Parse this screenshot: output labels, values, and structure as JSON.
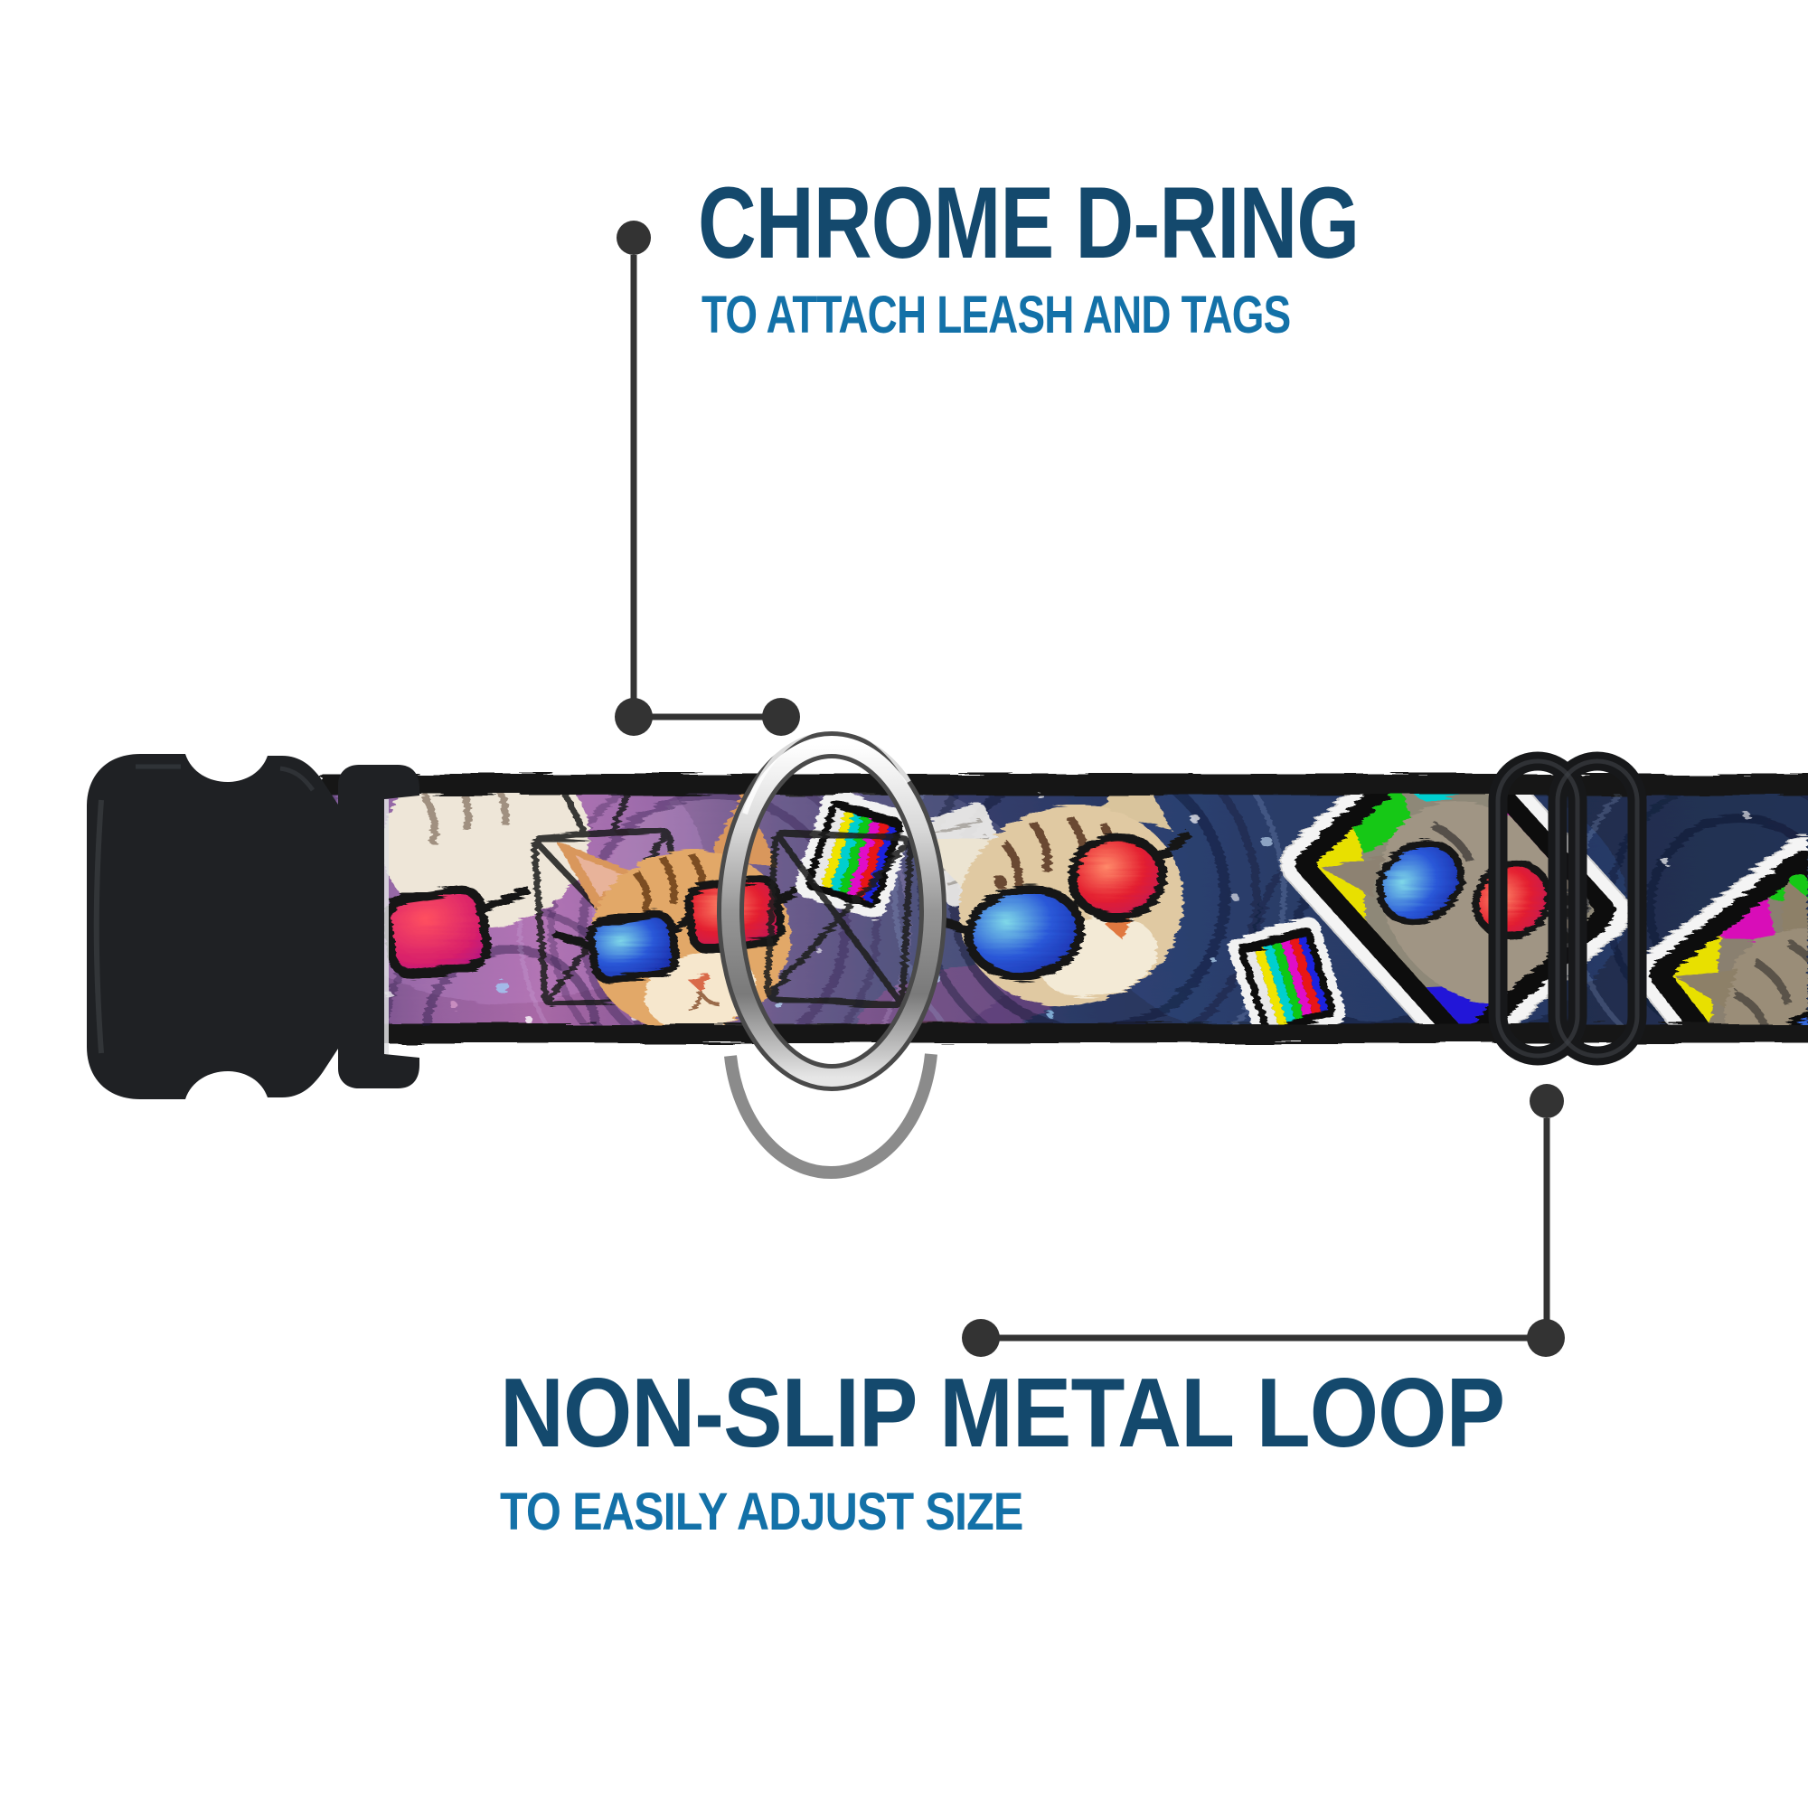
{
  "annotations": {
    "dring": {
      "title": "CHROME D-RING",
      "subtitle": "TO ATTACH LEASH AND TAGS"
    },
    "metal_loop": {
      "title": "NON-SLIP METAL LOOP",
      "subtitle": "TO EASILY ADJUST SIZE"
    }
  },
  "colors": {
    "title": "#14496d",
    "subtitle": "#1371a8",
    "callout": "#333333",
    "buckle": "#1f2124",
    "slider": "#17181a",
    "chrome": "#c9c9c9",
    "galaxy_purple": "#8a5c98",
    "galaxy_navy": "#243253",
    "background": "#ffffff"
  },
  "graphics": {
    "buckle": "black-plastic-side-release-buckle",
    "d_ring": "chrome-d-ring",
    "slider": "black-metal-slider-loop",
    "strap_pattern": "galaxy-cats-3d-glasses-tv-color-bars"
  }
}
